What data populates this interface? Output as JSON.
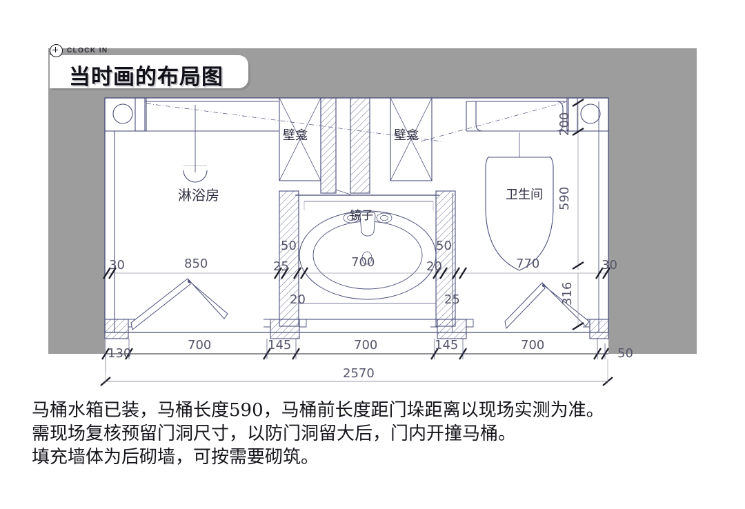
{
  "header": {
    "clock_in_label": "CLOCK IN",
    "clock_in_icon": "plus-circle-icon",
    "title": "当时画的布局图"
  },
  "plan": {
    "title_internal": "",
    "rooms": [
      {
        "id": "shower",
        "label": "淋浴房"
      },
      {
        "id": "niche_left",
        "label": "壁龛"
      },
      {
        "id": "niche_right",
        "label": "壁龛"
      },
      {
        "id": "mirror",
        "label": "镜子"
      },
      {
        "id": "toilet",
        "label": "卫生间"
      }
    ],
    "dimensions": {
      "left_wall_30": "30",
      "shower_width_850": "850",
      "sink_left_25": "25",
      "sink_left_50": "50",
      "sink_left_20": "20",
      "basin_700": "700",
      "sink_right_50": "50",
      "sink_right_20": "20",
      "sink_right_25": "25",
      "toilet_depth_200": "200",
      "toilet_length_590": "590",
      "toilet_width_770": "770",
      "right_wall_30": "30",
      "door_swing_316": "316",
      "bottom_chain": [
        "130",
        "700",
        "145",
        "700",
        "145",
        "700",
        "50"
      ],
      "overall_width": "2570"
    }
  },
  "caption": {
    "line1": "马桶水箱已装，马桶长度590，马桶前长度距门垛距离以现场实测为准。",
    "line2": "需现场复核预留门洞尺寸，以防门洞留大后，门内开撞马桶。",
    "line3": "填充墙体为后砌墙，可按需要砌筑。"
  },
  "colors": {
    "background": "#ffffff",
    "panel_gray": "#9d9d9d",
    "line_blue": "#4b4f7a",
    "line_gray": "#8a8a8a",
    "text_dark": "#15151b"
  }
}
